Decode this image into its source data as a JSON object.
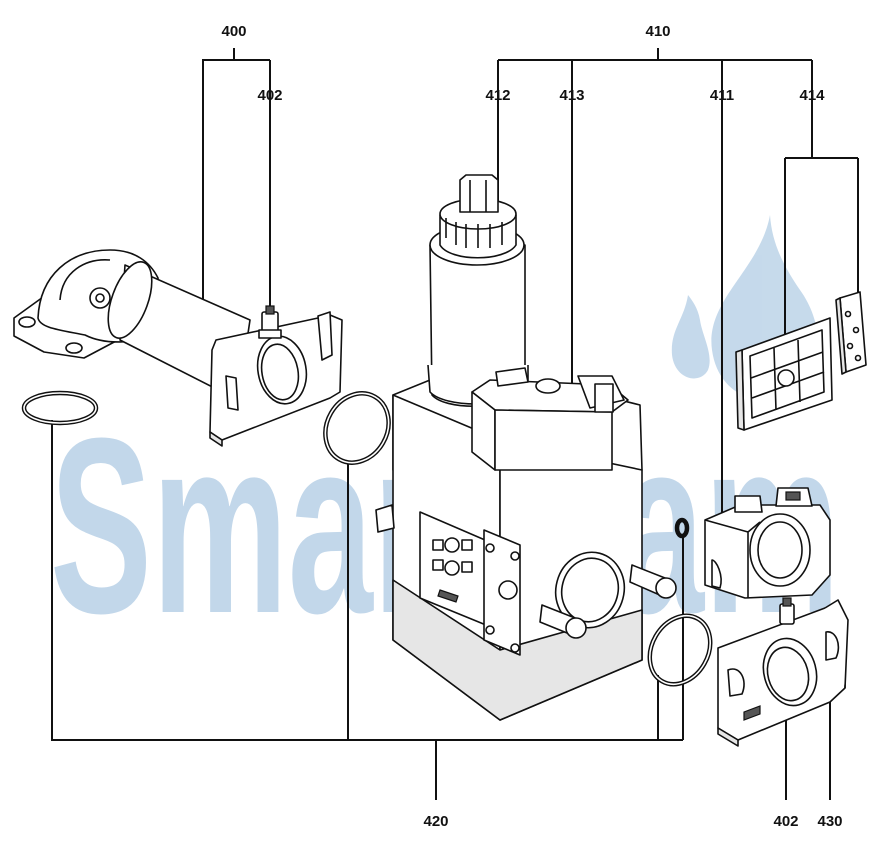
{
  "watermark": {
    "text": "SmartFlam",
    "color": "#bcd3e8"
  },
  "diagram": {
    "colors": {
      "line": "#111111",
      "fill": "#ffffff",
      "shade": "#e6e6e6"
    },
    "labels": {
      "l400": "400",
      "l402_top": "402",
      "l410": "410",
      "l412": "412",
      "l413": "413",
      "l411": "411",
      "l414": "414",
      "l420": "420",
      "l402_bottom": "402",
      "l430": "430"
    },
    "parts": [
      "inlet-flange-elbow",
      "pressure-test-nipple",
      "gas-valve-body",
      "solenoid-actuator",
      "actuator-coil-cover",
      "pressure-regulator-module",
      "filter-insert",
      "filter-cover-plate",
      "outlet-flange",
      "o-ring-seal"
    ]
  }
}
